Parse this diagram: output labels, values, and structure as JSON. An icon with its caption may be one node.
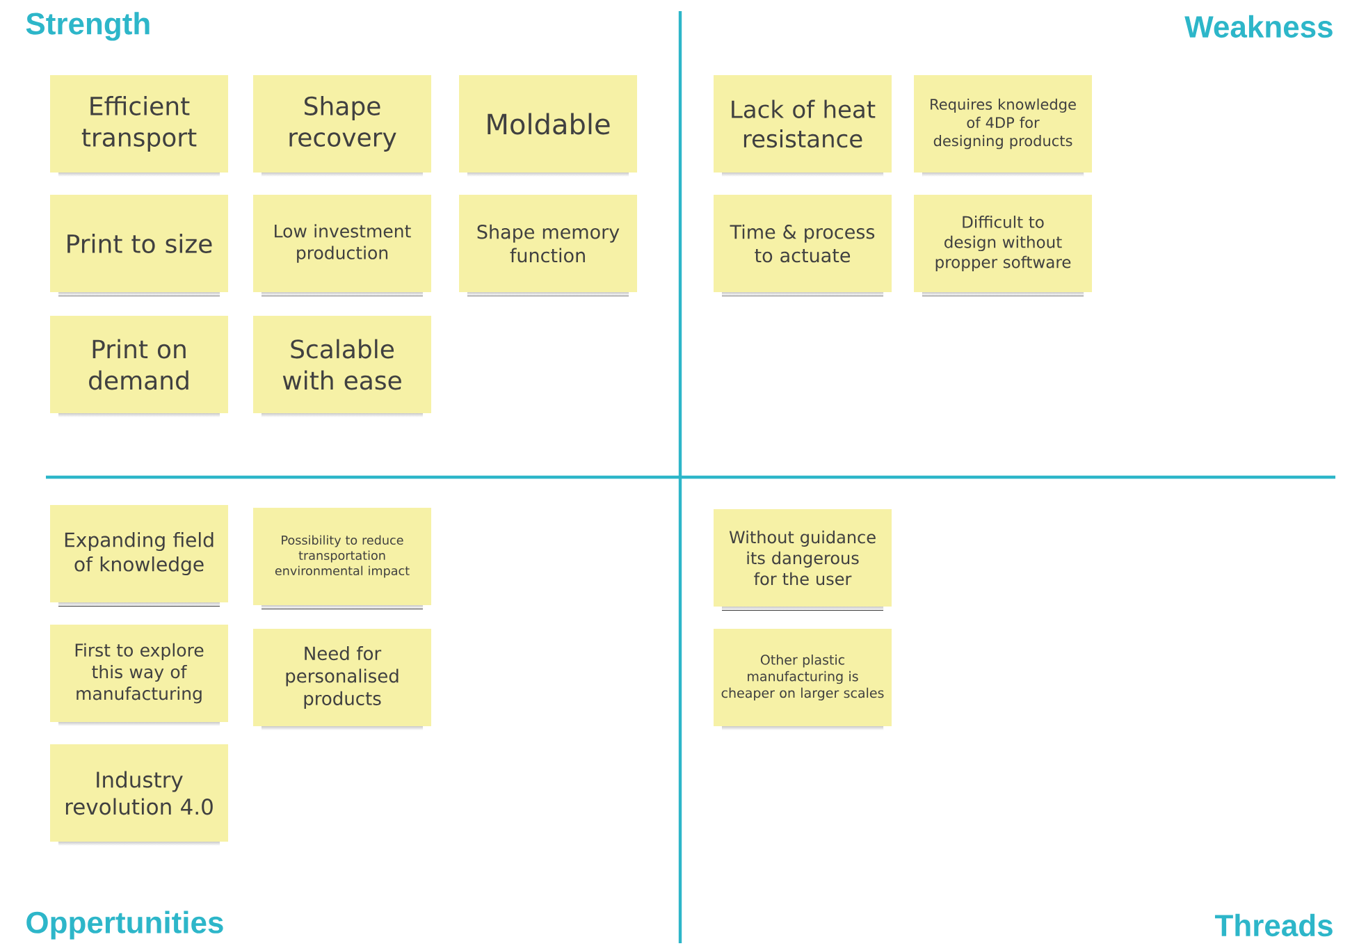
{
  "diagram": {
    "nodes": [
      {
        "text": [
          "Efficient transport"
        ]
      },
      {
        "text": [
          "Shape recovery"
        ]
      },
      {
        "text": [
          "Moldable"
        ]
      },
      {
        "text": [
          "Print to size"
        ]
      },
      {
        "text": [
          "Low investment production"
        ]
      },
      {
        "text": [
          "Shape memory function"
        ]
      },
      {
        "text": [
          "Print on demand"
        ]
      },
      {
        "text": [
          "Scalable with ease"
        ]
      },
      {
        "text": [
          "Lack of heat resistance"
        ]
      },
      {
        "text": [
          "Requires knowledge of 4DP for designing products"
        ]
      },
      {
        "text": [
          "Time & process to actuate"
        ]
      },
      {
        "text": [
          "Difficult to design without propper software"
        ]
      },
      {
        "text": [
          "Expanding field of knowledge"
        ]
      },
      {
        "text": [
          "Possibility to reduce transportation environmental impact"
        ]
      },
      {
        "text": [
          "First to explore this way of manufacturing"
        ]
      },
      {
        "text": [
          "Need for personalised products"
        ]
      },
      {
        "text": [
          "Industry revolution 4.0"
        ]
      },
      {
        "text": [
          "Without guidance its dangerous for the user"
        ]
      },
      {
        "text": [
          "Other plastic manufacturing is cheaper on larger scales"
        ]
      }
    ],
    "labels": [
      "Strength",
      "Weakness",
      "Oppertunities",
      "Threads"
    ]
  }
}
